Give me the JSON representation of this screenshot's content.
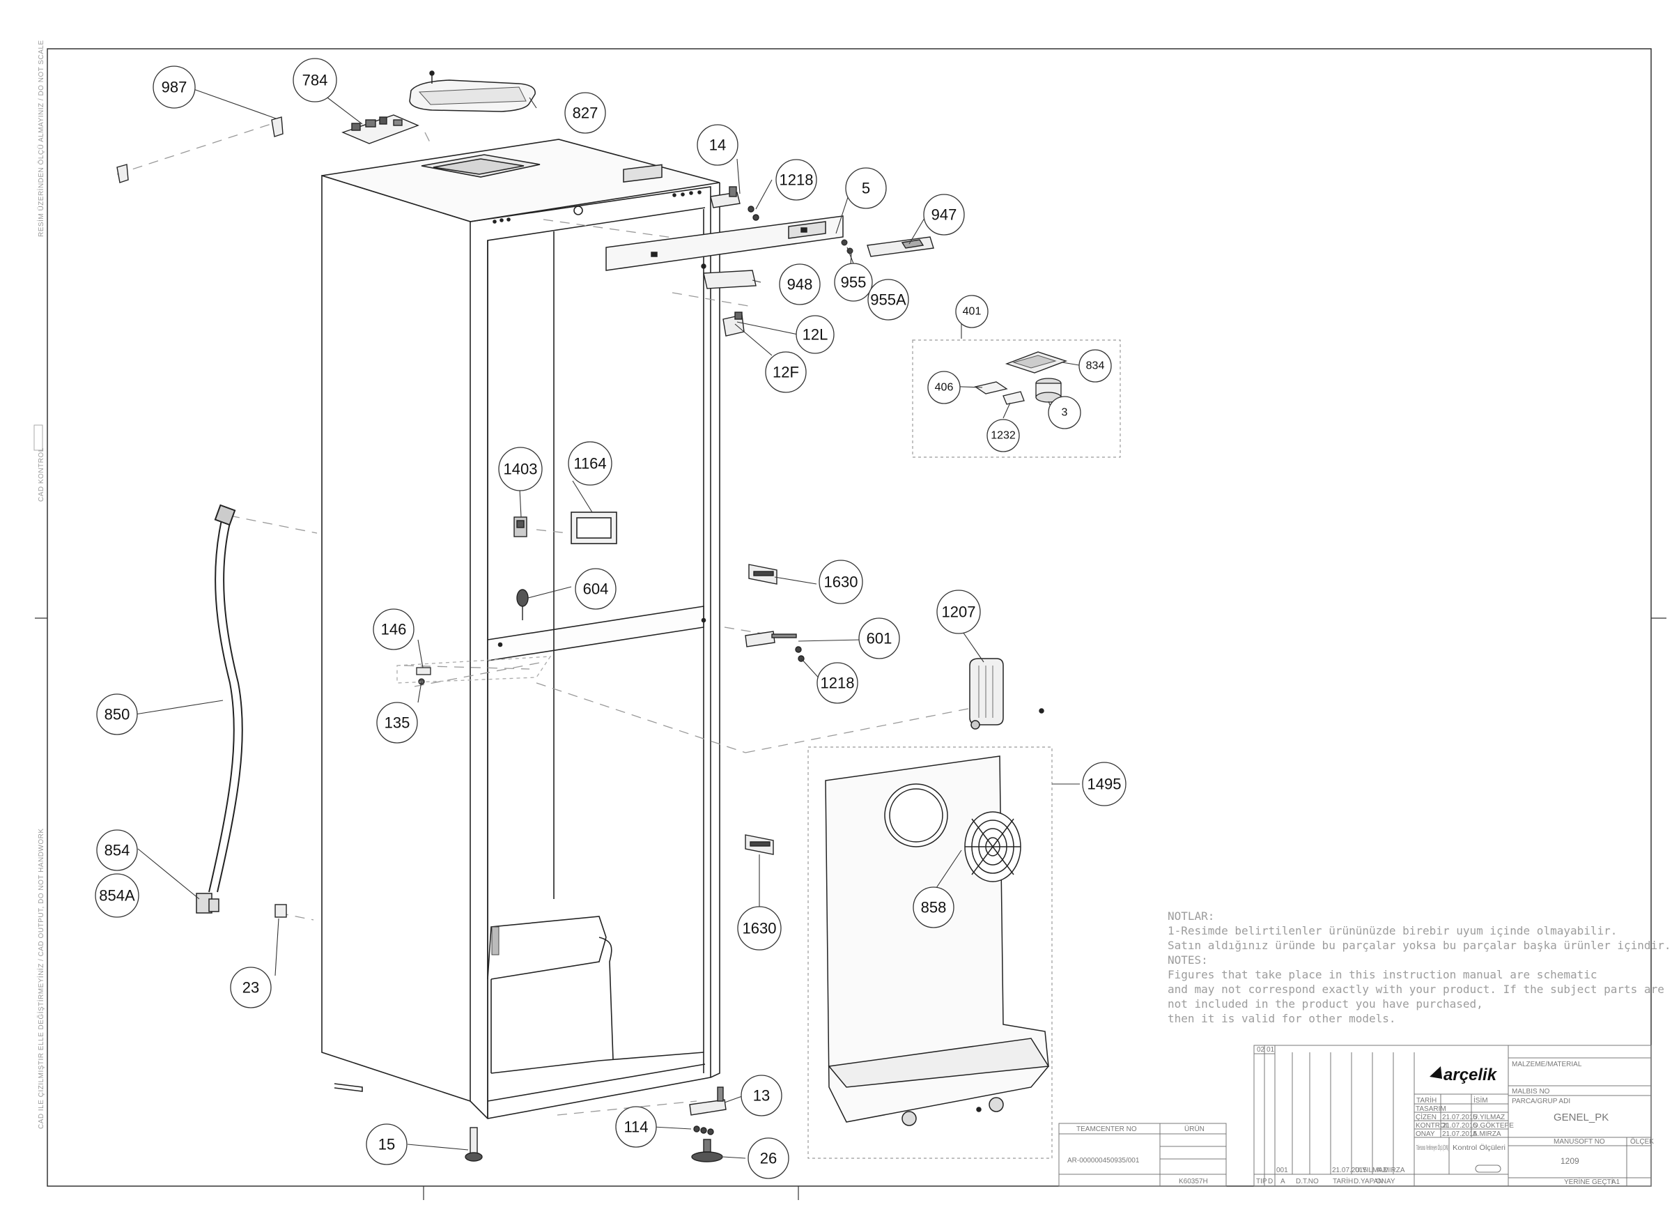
{
  "callouts": [
    {
      "id": "987",
      "label": "987"
    },
    {
      "id": "784",
      "label": "784"
    },
    {
      "id": "827",
      "label": "827"
    },
    {
      "id": "14",
      "label": "14"
    },
    {
      "id": "1218a",
      "label": "1218"
    },
    {
      "id": "5",
      "label": "5"
    },
    {
      "id": "947",
      "label": "947"
    },
    {
      "id": "955",
      "label": "955"
    },
    {
      "id": "955A",
      "label": "955A"
    },
    {
      "id": "948",
      "label": "948"
    },
    {
      "id": "12L",
      "label": "12L"
    },
    {
      "id": "12F",
      "label": "12F"
    },
    {
      "id": "401",
      "label": "401"
    },
    {
      "id": "834",
      "label": "834"
    },
    {
      "id": "406",
      "label": "406"
    },
    {
      "id": "3",
      "label": "3"
    },
    {
      "id": "1232",
      "label": "1232"
    },
    {
      "id": "1403",
      "label": "1403"
    },
    {
      "id": "1164",
      "label": "1164"
    },
    {
      "id": "604",
      "label": "604"
    },
    {
      "id": "1630a",
      "label": "1630"
    },
    {
      "id": "1207",
      "label": "1207"
    },
    {
      "id": "146",
      "label": "146"
    },
    {
      "id": "601",
      "label": "601"
    },
    {
      "id": "1218b",
      "label": "1218"
    },
    {
      "id": "135",
      "label": "135"
    },
    {
      "id": "850",
      "label": "850"
    },
    {
      "id": "1495",
      "label": "1495"
    },
    {
      "id": "854",
      "label": "854"
    },
    {
      "id": "854A",
      "label": "854A"
    },
    {
      "id": "858",
      "label": "858"
    },
    {
      "id": "1630b",
      "label": "1630"
    },
    {
      "id": "23",
      "label": "23"
    },
    {
      "id": "13",
      "label": "13"
    },
    {
      "id": "114",
      "label": "114"
    },
    {
      "id": "15",
      "label": "15"
    },
    {
      "id": "26",
      "label": "26"
    }
  ],
  "notes": {
    "lines": [
      "NOTLAR:",
      "1-Resimde belirtilenler ürününüzde birebir  uyum içinde olmayabilir.",
      "Satın aldığınız üründe bu parçalar yoksa bu parçalar başka ürünler içindir.",
      "NOTES:",
      "Figures that take place in this instruction manual are schematic",
      "and may not correspond exactly with your product. If the subject parts are",
      "not included in the product you have purchased,",
      "then it is valid for other models."
    ]
  },
  "side_labels": {
    "top": "RESİM ÜZERİNDEN ÖLÇÜ ALMAYINIZ / DO NOT SCALE",
    "mid": "CAD KONTROL",
    "bottom": "CAD ILE ÇIZILMIŞTIR ELLE DEĞİŞTİRMEYİNİZ / CAD OUTPUT, DO NOT HANDWORK"
  },
  "title_block": {
    "brand": "arçelik",
    "material_label": "MALZEME/MATERIAL",
    "mabis_label": "MALBIS NO",
    "group_label": "PARCA/GRUP ADI",
    "group_value": "GENEL_PK",
    "manusoft_label": "MANUSOFT NO",
    "manusoft_value": "1209",
    "scale_label": "ÖLÇEK",
    "replaces_label": "YERİNE GEÇTİ",
    "sheet_value": "A1",
    "teamcenter_label": "TEAMCENTER NO",
    "teamcenter_value": "AR-000000450935/001",
    "urun_label": "ÜRÜN",
    "urun_value": "K60357H",
    "col_tarih": "TARİH",
    "col_isim": "İSİM",
    "tasarim": "TASARIM",
    "cizen": "ÇİZEN",
    "kontrol": "KONTROL",
    "onay": "ONAY",
    "date1": "21.07.2015",
    "date2": "21.07.2015",
    "date3": "21.07.2015",
    "name1": "U.YILMAZ",
    "name2": "O.GÖKTEPE",
    "name3": "A.MIRZA",
    "tolerance": "Toleransı Verilmeyen Ölçü (DIN)",
    "control": "Kontrol Ölçüleri",
    "rev_num": "001",
    "rev_date": "21.07.2015",
    "rev_name1": "U.YILMAZ",
    "rev_name2": "A.MIRZA",
    "h_tip": "TIP",
    "h_d": "D",
    "h_a": "A",
    "h_dtno": "D.T.NO",
    "h_tarih": "TARİH",
    "h_yapan": "D.YAPAN",
    "h_onay": "ONAY",
    "corner_top1": "02",
    "corner_top2": "01"
  }
}
